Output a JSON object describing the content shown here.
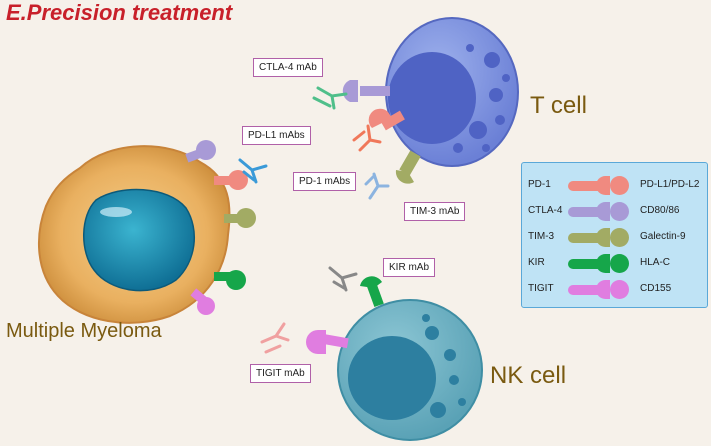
{
  "title": "E.Precision treatment",
  "cells": {
    "t_cell": "T cell",
    "nk_cell": "NK cell",
    "myeloma": "Multiple Myeloma"
  },
  "antibodies": {
    "ctla4": "CTLA-4 mAb",
    "pdl1": "PD-L1 mAbs",
    "pd1": "PD-1 mAbs",
    "tim3": "TIM-3 mAb",
    "kir": "KIR mAb",
    "tigit": "TIGIT mAb"
  },
  "legend": [
    {
      "receptor": "PD-1",
      "ligand": "PD-L1/PD-L2",
      "color": "#f08a80"
    },
    {
      "receptor": "CTLA-4",
      "ligand": "CD80/86",
      "color": "#a89ad6"
    },
    {
      "receptor": "TIM-3",
      "ligand": "Galectin-9",
      "color": "#a2ab64"
    },
    {
      "receptor": "KIR",
      "ligand": "HLA-C",
      "color": "#16a64a"
    },
    {
      "receptor": "TIGIT",
      "ligand": "CD155",
      "color": "#e07de0"
    }
  ]
}
